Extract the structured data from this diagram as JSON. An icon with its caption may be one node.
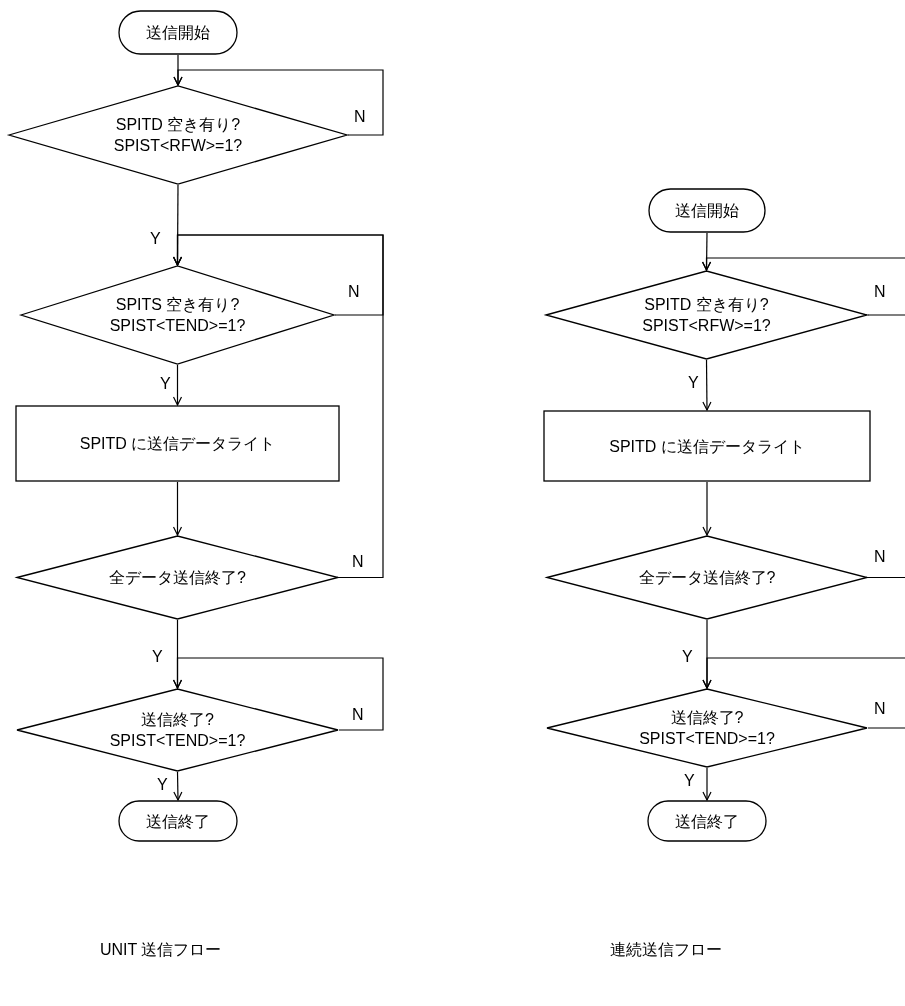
{
  "diagram": {
    "nodes": [
      {
        "text": [
          "送信開始"
        ]
      },
      {
        "text": [
          "SPITD 空き有り? SPIST<RFW>=1?"
        ]
      },
      {
        "text": [
          "SPITS 空き有り? SPIST<TEND>=1?"
        ]
      },
      {
        "text": [
          "SPITD に送信データライト"
        ]
      },
      {
        "text": [
          "全データ送信終了?"
        ]
      },
      {
        "text": [
          "送信終了? SPIST<TEND>=1?"
        ]
      },
      {
        "text": [
          "送信終了"
        ]
      },
      {
        "text": [
          "送信開始"
        ]
      },
      {
        "text": [
          "SPITD 空き有り? SPIST<RFW>=1?"
        ]
      },
      {
        "text": [
          "SPITD に送信データライト"
        ]
      },
      {
        "text": [
          "全データ送信終了?"
        ]
      },
      {
        "text": [
          "送信終了? SPIST<TEND>=1?"
        ]
      },
      {
        "text": [
          "送信終了"
        ]
      }
    ],
    "edges": [
      {
        "from": 0,
        "to": 1,
        "arrow": "to"
      },
      {
        "from": 1,
        "to": 1,
        "label": "N",
        "arrow": "to"
      },
      {
        "from": 1,
        "to": 2,
        "label": "Y",
        "arrow": "to"
      },
      {
        "from": 2,
        "to": 2,
        "label": "N",
        "arrow": "to"
      },
      {
        "from": 2,
        "to": 3,
        "label": "Y",
        "arrow": "to"
      },
      {
        "from": 3,
        "to": 4,
        "arrow": "to"
      },
      {
        "from": 4,
        "to": 2,
        "label": "N",
        "arrow": "to"
      },
      {
        "from": 4,
        "to": 5,
        "label": "Y",
        "arrow": "to"
      },
      {
        "from": 5,
        "to": 5,
        "label": "N",
        "arrow": "to"
      },
      {
        "from": 5,
        "to": 6,
        "label": "Y",
        "arrow": "to"
      },
      {
        "from": 7,
        "to": 8,
        "arrow": "to"
      },
      {
        "from": null,
        "to": 8,
        "arrow": "to"
      },
      {
        "from": 8,
        "to": null,
        "label": "N",
        "arrow": "none"
      },
      {
        "from": 8,
        "to": 9,
        "label": "Y",
        "arrow": "to"
      },
      {
        "from": 9,
        "to": 10,
        "arrow": "to"
      },
      {
        "from": 10,
        "to": null,
        "label": "N",
        "arrow": "none"
      },
      {
        "from": 10,
        "to": 11,
        "label": "Y",
        "arrow": "to"
      },
      {
        "from": null,
        "to": 11,
        "arrow": "to"
      },
      {
        "from": 11,
        "to": null,
        "label": "N",
        "arrow": "none"
      },
      {
        "from": 11,
        "to": 12,
        "label": "Y",
        "arrow": "to"
      }
    ],
    "labels": [
      "UNIT 送信フロー",
      "連続送信フロー"
    ]
  }
}
